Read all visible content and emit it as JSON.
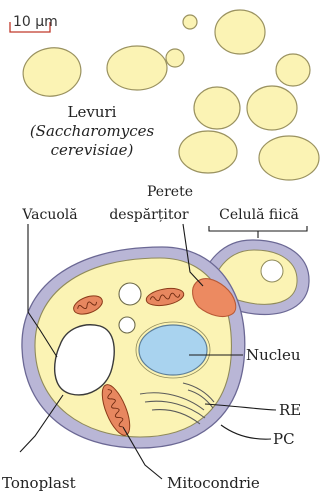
{
  "figure": {
    "scale_bar": "10 µm",
    "top_caption": {
      "line1": "Levuri",
      "line2": "(Saccharomyces",
      "line3": "cerevisiae)"
    },
    "labels": {
      "perete_line1": "Perete",
      "perete_line2": "despărțitor",
      "vacuola": "Vacuolă",
      "celula_fiica": "Celulă fiică",
      "nucleu": "Nucleu",
      "re": "RE",
      "pc": "PC",
      "tonoplast": "Tonoplast",
      "mitocondrie": "Mitocondrie"
    },
    "colors": {
      "cytoplasm": "#fbf3b4",
      "wall": "#b9b6d6",
      "vacuole": "#ffffff",
      "nucleus": "#a9d3ef",
      "mitochondria": "#e7875f",
      "septum": "#ec8a61",
      "cell_outline": "#8f8a5a"
    }
  }
}
